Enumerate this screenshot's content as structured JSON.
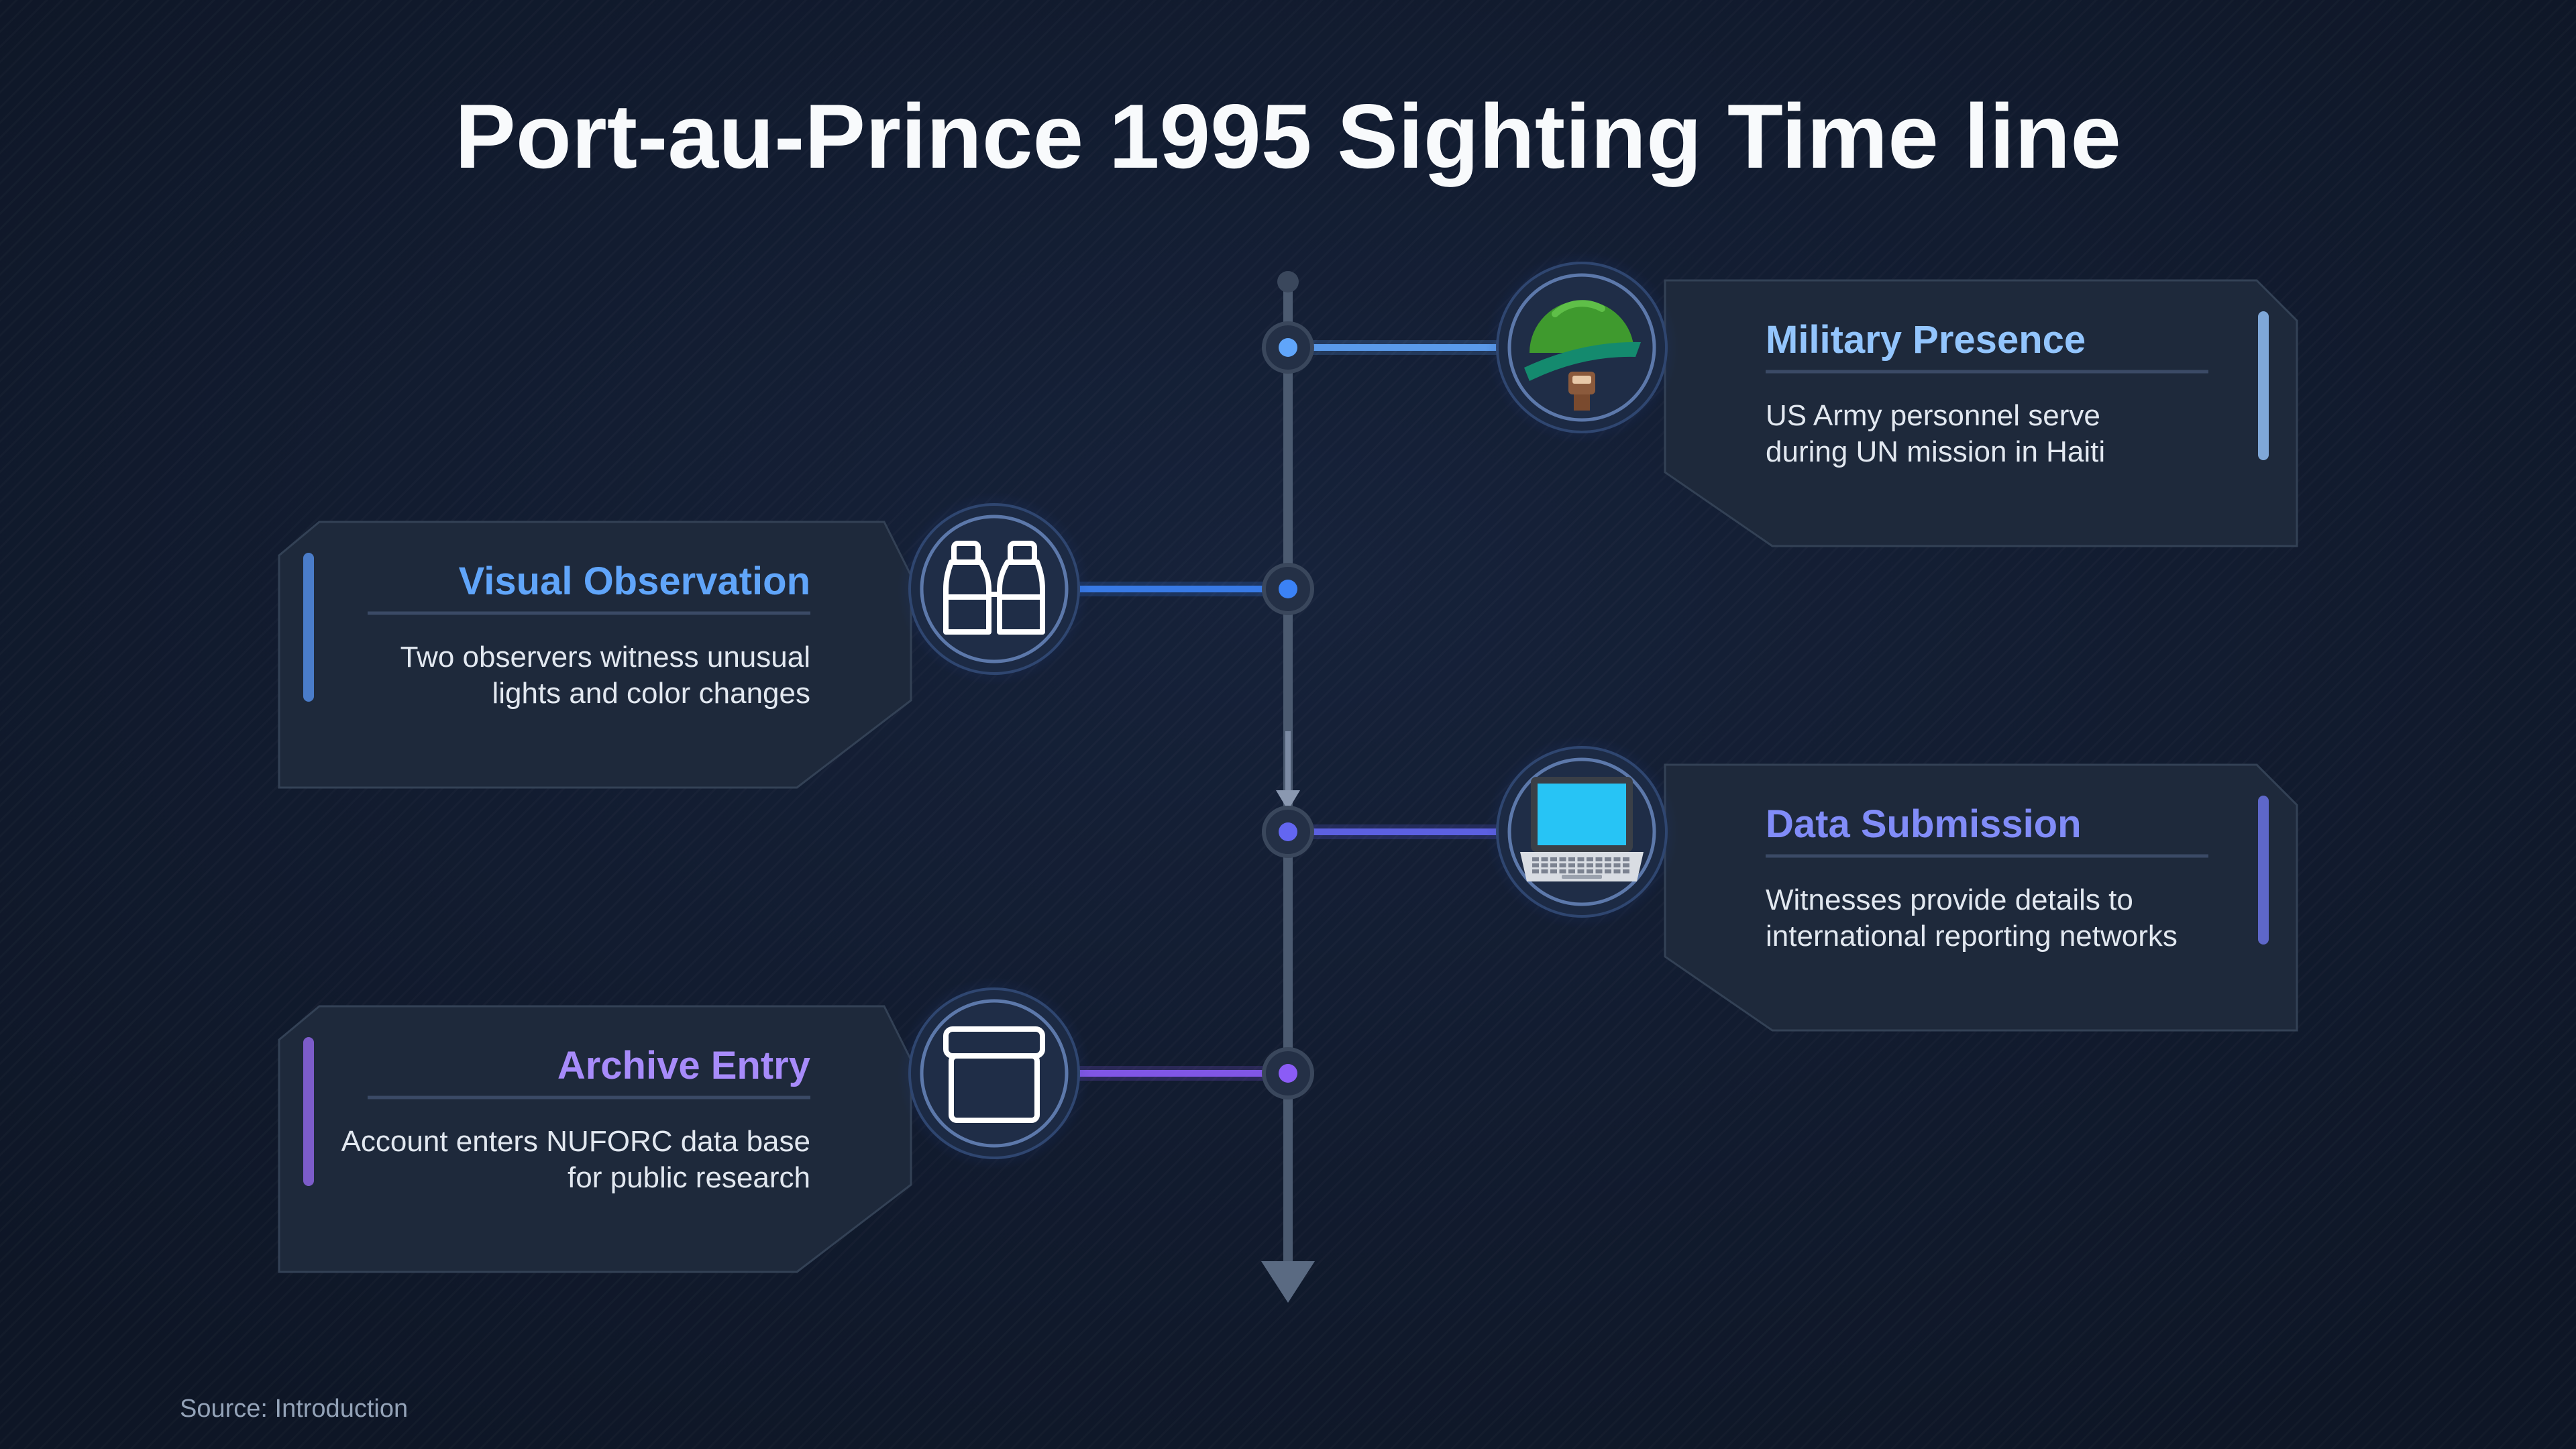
{
  "title": "Port-au-Prince 1995 Sighting Time line",
  "source": "Source: Introduction",
  "colors": {
    "background": "#111a2b",
    "card": "#1e293b",
    "card_border": "#334155",
    "spine": "#4b5a70",
    "title": "#f8fafc",
    "body_text": "#e2e8f0",
    "source_text": "#94a3b8"
  },
  "events": [
    {
      "title": "Military Presence",
      "lines": [
        "US Army personnel serve",
        "during UN mission in Haiti"
      ],
      "icon": "military-helmet-icon",
      "side": "right",
      "accent": "#93c5fd",
      "connector": "#60a5fa",
      "bar": "#7fa7d8"
    },
    {
      "title": "Visual Observation",
      "lines": [
        "Two observers witness unusual",
        "lights and color changes"
      ],
      "icon": "binoculars-icon",
      "side": "left",
      "accent": "#60a5fa",
      "connector": "#3b82f6",
      "bar": "#4a7cc9"
    },
    {
      "title": "Data Submission",
      "lines": [
        "Witnesses provide details to",
        "international reporting networks"
      ],
      "icon": "laptop-icon",
      "side": "right",
      "accent": "#818cf8",
      "connector": "#6366f1",
      "bar": "#5e67c9"
    },
    {
      "title": "Archive Entry",
      "lines": [
        "Account enters NUFORC data base",
        "for public research"
      ],
      "icon": "archive-box-icon",
      "side": "left",
      "accent": "#a78bfa",
      "connector": "#8b5cf6",
      "bar": "#7c5cc9"
    }
  ]
}
